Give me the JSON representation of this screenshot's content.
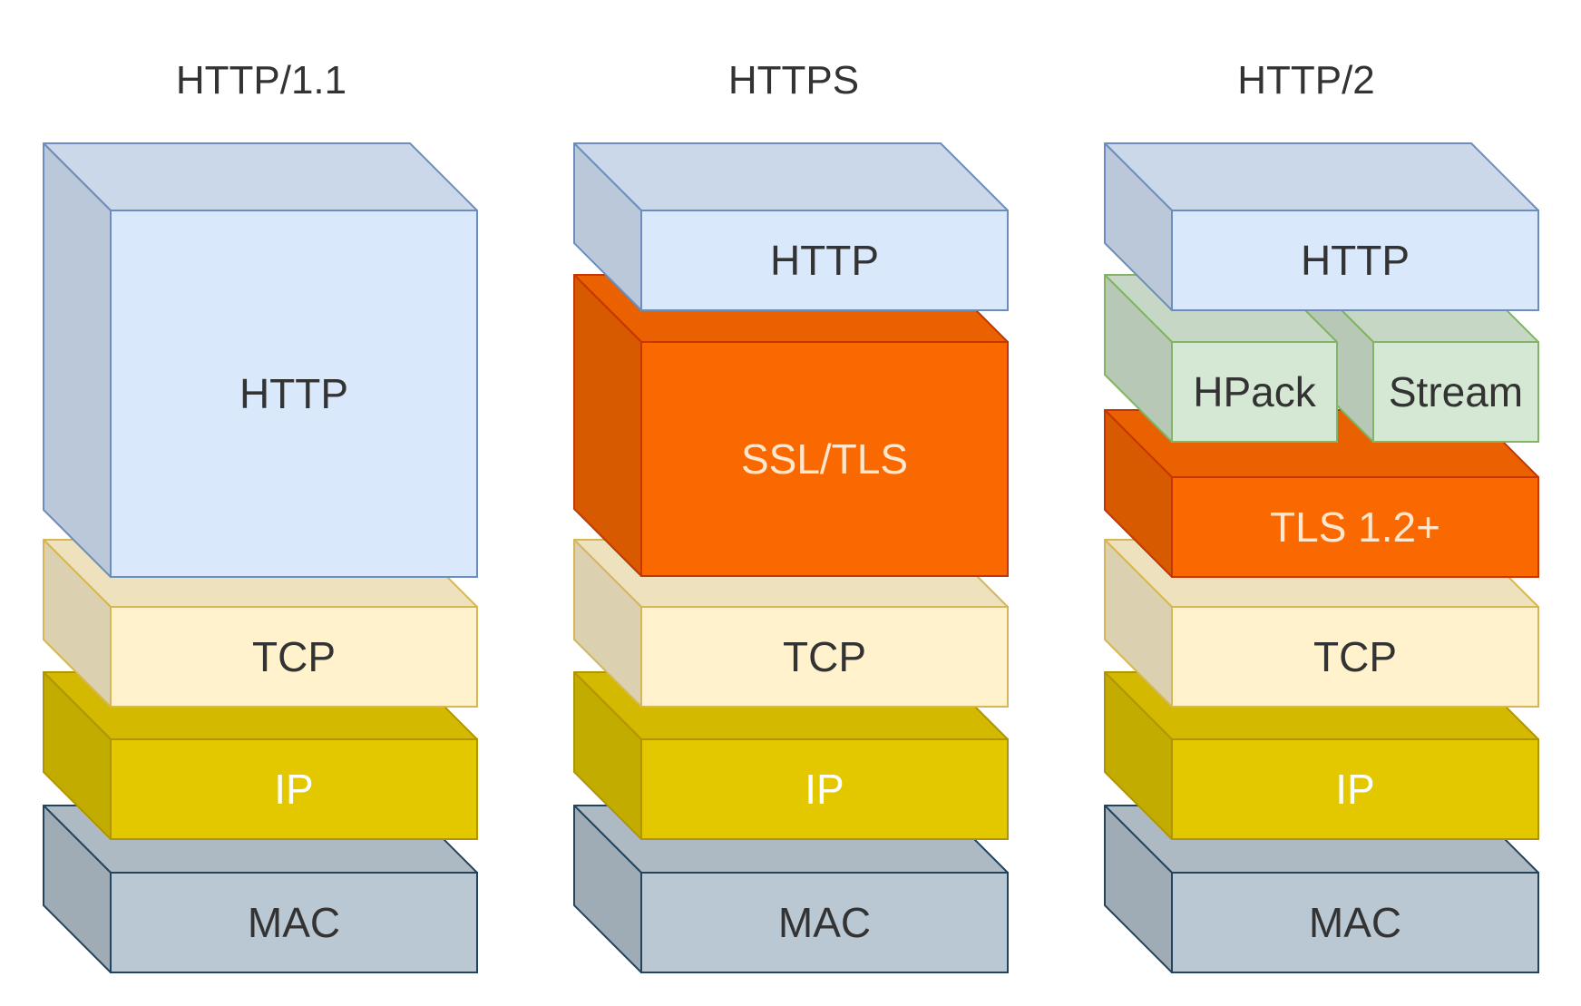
{
  "columns": [
    {
      "title": "HTTP/1.1",
      "layers": [
        {
          "label": "HTTP",
          "color": "#dae8fc",
          "stroke": "#6c8ebf",
          "text": "#333333"
        },
        {
          "label": "TCP",
          "color": "#fff2cc",
          "stroke": "#d6b656",
          "text": "#333333"
        },
        {
          "label": "IP",
          "color": "#e3c800",
          "stroke": "#b09500",
          "text": "#ffffff"
        },
        {
          "label": "MAC",
          "color": "#bac8d3",
          "stroke": "#23445d",
          "text": "#333333"
        }
      ]
    },
    {
      "title": "HTTPS",
      "layers": [
        {
          "label": "HTTP",
          "color": "#dae8fc",
          "stroke": "#6c8ebf",
          "text": "#333333"
        },
        {
          "label": "SSL/TLS",
          "color": "#fa6800",
          "stroke": "#c73500",
          "text": "#ffe6cc"
        },
        {
          "label": "TCP",
          "color": "#fff2cc",
          "stroke": "#d6b656",
          "text": "#333333"
        },
        {
          "label": "IP",
          "color": "#e3c800",
          "stroke": "#b09500",
          "text": "#ffffff"
        },
        {
          "label": "MAC",
          "color": "#bac8d3",
          "stroke": "#23445d",
          "text": "#333333"
        }
      ]
    },
    {
      "title": "HTTP/2",
      "layers": [
        {
          "label": "HTTP",
          "color": "#dae8fc",
          "stroke": "#6c8ebf",
          "text": "#333333"
        },
        {
          "label": "HPack",
          "color": "#d5e8d4",
          "stroke": "#82b366",
          "text": "#333333"
        },
        {
          "label": "Stream",
          "color": "#d5e8d4",
          "stroke": "#82b366",
          "text": "#333333"
        },
        {
          "label": "TLS 1.2+",
          "color": "#fa6800",
          "stroke": "#c73500",
          "text": "#ffe6cc"
        },
        {
          "label": "TCP",
          "color": "#fff2cc",
          "stroke": "#d6b656",
          "text": "#333333"
        },
        {
          "label": "IP",
          "color": "#e3c800",
          "stroke": "#b09500",
          "text": "#ffffff"
        },
        {
          "label": "MAC",
          "color": "#bac8d3",
          "stroke": "#23445d",
          "text": "#333333"
        }
      ]
    }
  ]
}
